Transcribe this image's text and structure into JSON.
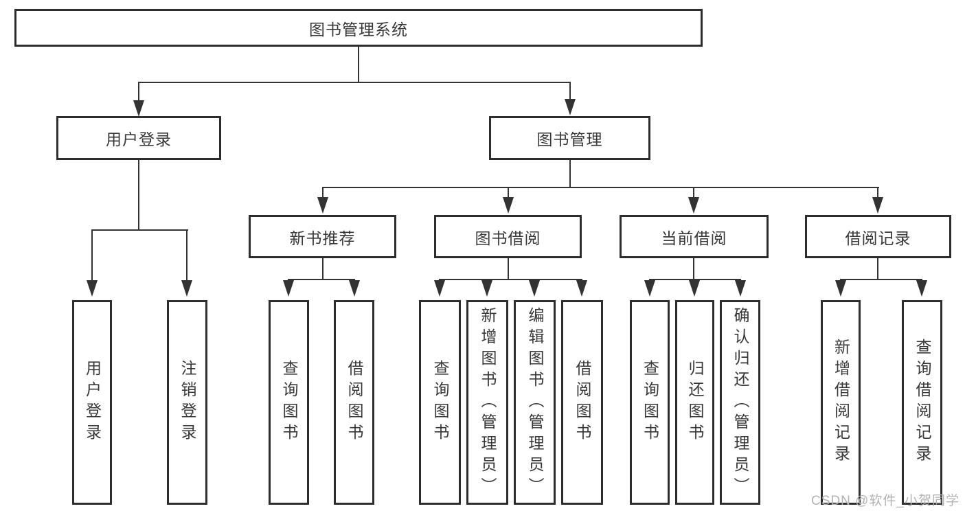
{
  "diagram": {
    "root": {
      "label": "图书管理系统"
    },
    "level2": [
      {
        "label": "用户登录"
      },
      {
        "label": "图书管理"
      }
    ],
    "level3": [
      {
        "label": "新书推荐"
      },
      {
        "label": "图书借阅"
      },
      {
        "label": "当前借阅"
      },
      {
        "label": "借阅记录"
      }
    ],
    "leaves": [
      {
        "label": "用户登录"
      },
      {
        "label": "注销登录"
      },
      {
        "label": "查询图书"
      },
      {
        "label": "借阅图书"
      },
      {
        "label": "查询图书"
      },
      {
        "label": "新增图书（管理员）"
      },
      {
        "label": "编辑图书（管理员）"
      },
      {
        "label": "借阅图书"
      },
      {
        "label": "查询图书"
      },
      {
        "label": "归还图书"
      },
      {
        "label": "确认归还（管理员）"
      },
      {
        "label": "新增借阅记录"
      },
      {
        "label": "查询借阅记录"
      }
    ],
    "watermark": "CSDN @软件_小贺同学",
    "colors": {
      "line": "#333333",
      "border": "#2d2d2d",
      "text": "#383838",
      "watermark": "#b3b3b3"
    }
  }
}
